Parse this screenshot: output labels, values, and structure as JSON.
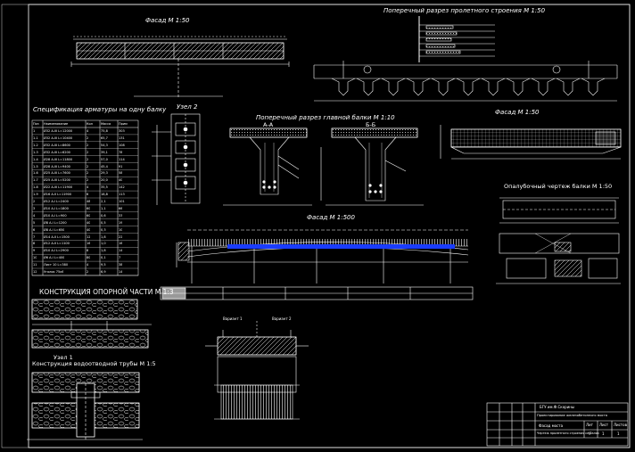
{
  "titles": {
    "facade_top": "Фасад М 1:50",
    "cross_section": "Поперечный разрез пролетного строения М 1:50",
    "spec_table": "Спецификация арматуры на одну балку",
    "beam_section": "Поперечный разрез главной балки М 1:10",
    "section_aa": "А-А",
    "section_bb": "Б-Б",
    "node2": "Узел 2",
    "facade_right": "Фасад М 1:50",
    "plan_beam": "Опалубочный чертеж балки М 1:50",
    "facade_long": "Фасад М 1:500",
    "support": "КОНСТРУКЦИЯ ОПОРНОЙ ЧАСТИ М 1:3",
    "node1": "Узел 1",
    "drain": "Конструкция водоотводной трубы М 1:5",
    "rail_1": "Вариант 1",
    "rail_2": "Вариант 2"
  },
  "spec": {
    "headers": [
      "Поз",
      "Наименование",
      "Кол",
      "Масса",
      "Прим"
    ],
    "rows": [
      [
        "1",
        "Ø32 A-III L=12000",
        "4",
        "75,8",
        "303"
      ],
      [
        "1-1",
        "Ø32 A-III L=10400",
        "2",
        "65,7",
        "131"
      ],
      [
        "1-2",
        "Ø32 A-III L=8600",
        "2",
        "54,3",
        "108"
      ],
      [
        "1-3",
        "Ø32 A-III L=6200",
        "2",
        "39,1",
        "78"
      ],
      [
        "1-4",
        "Ø28 A-III L=11800",
        "2",
        "57,0",
        "114"
      ],
      [
        "1-5",
        "Ø28 A-III L=9400",
        "2",
        "45,4",
        "91"
      ],
      [
        "1-6",
        "Ø25 A-III L=7600",
        "2",
        "29,3",
        "58"
      ],
      [
        "1-7",
        "Ø25 A-III L=5200",
        "2",
        "20,0",
        "40"
      ],
      [
        "1-8",
        "Ø22 A-III L=11900",
        "4",
        "35,5",
        "142"
      ],
      [
        "1-9",
        "Ø16 A-II L=11900",
        "6",
        "18,8",
        "113"
      ],
      [
        "2",
        "Ø12 A-I L=2400",
        "48",
        "2,1",
        "101"
      ],
      [
        "3",
        "Ø10 A-I L=1800",
        "60",
        "1,1",
        "66"
      ],
      [
        "4",
        "Ø10 A-I L=900",
        "60",
        "0,6",
        "33"
      ],
      [
        "5",
        "Ø8 A-I L=1200",
        "40",
        "0,5",
        "19"
      ],
      [
        "6",
        "Ø8 A-I L=650",
        "40",
        "0,3",
        "10"
      ],
      [
        "7",
        "Ø14 A-II L=1500",
        "12",
        "1,8",
        "22"
      ],
      [
        "8",
        "Ø12 A-II L=1100",
        "16",
        "1,0",
        "16"
      ],
      [
        "9",
        "Ø10 A-I L=2900",
        "8",
        "1,8",
        "14"
      ],
      [
        "10",
        "Ø6 A-I L=400",
        "80",
        "0,1",
        "7"
      ],
      [
        "11",
        "Лист 10 L=380",
        "4",
        "9,5",
        "38"
      ],
      [
        "12",
        "Уголок 75x6",
        "2",
        "6,9",
        "14"
      ]
    ]
  },
  "stamp": {
    "org": "БГУ им.Ф.Скорины",
    "project": "Проектирование железобетонного моста",
    "sheet_title": "Фасад моста",
    "sheet_desc": "Чертеж пролетного строения из балок",
    "cols": [
      "Лит",
      "Лист",
      "Листов"
    ],
    "vals": [
      "У",
      "1",
      "1"
    ]
  }
}
